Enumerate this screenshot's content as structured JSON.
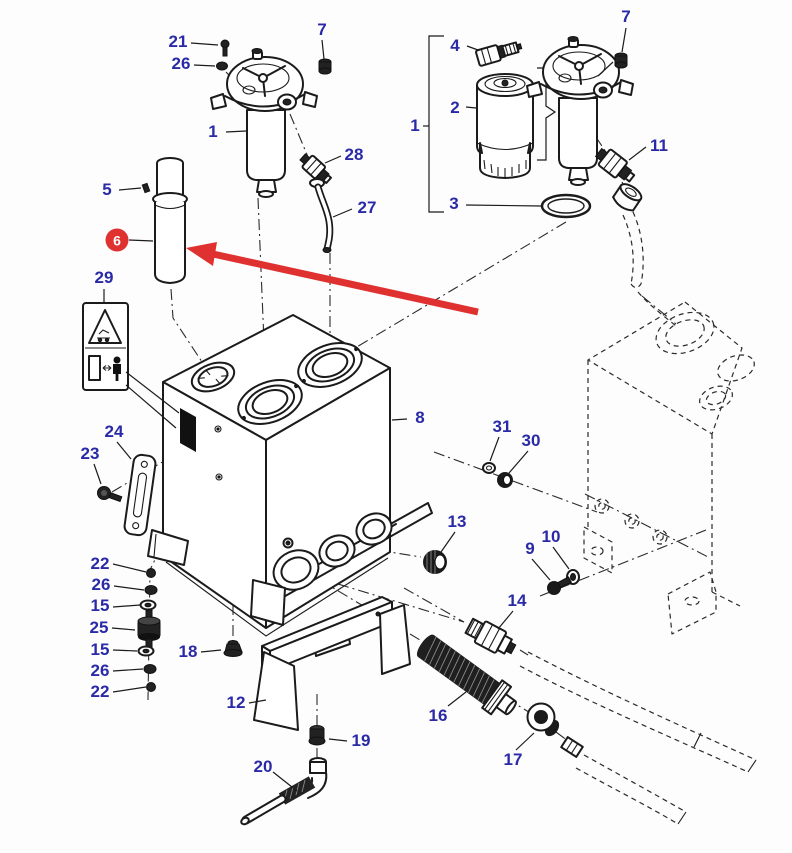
{
  "colors": {
    "callout_blue": "#2A2AA6",
    "highlight_red": "#E03131",
    "ink": "#1B1B1B",
    "paper": "#FDFDFD"
  },
  "icons": {
    "warning_decal": [
      "tip-hazard-warning-icon",
      "keep-distance-icon"
    ],
    "highlight_marker": "red-arrow-icon"
  },
  "callouts": [
    {
      "id": "21",
      "label": "21",
      "highlight": false
    },
    {
      "id": "26-a",
      "label": "26",
      "highlight": false
    },
    {
      "id": "7-a",
      "label": "7",
      "highlight": false
    },
    {
      "id": "1-a",
      "label": "1",
      "highlight": false
    },
    {
      "id": "28",
      "label": "28",
      "highlight": false
    },
    {
      "id": "27",
      "label": "27",
      "highlight": false
    },
    {
      "id": "5",
      "label": "5",
      "highlight": false
    },
    {
      "id": "6",
      "label": "6",
      "highlight": true
    },
    {
      "id": "29",
      "label": "29",
      "highlight": false
    },
    {
      "id": "4",
      "label": "4",
      "highlight": false
    },
    {
      "id": "2",
      "label": "2",
      "highlight": false
    },
    {
      "id": "1-b",
      "label": "1",
      "highlight": false
    },
    {
      "id": "3",
      "label": "3",
      "highlight": false
    },
    {
      "id": "7-b",
      "label": "7",
      "highlight": false
    },
    {
      "id": "11",
      "label": "11",
      "highlight": false
    },
    {
      "id": "8",
      "label": "8",
      "highlight": false
    },
    {
      "id": "31",
      "label": "31",
      "highlight": false
    },
    {
      "id": "30",
      "label": "30",
      "highlight": false
    },
    {
      "id": "23",
      "label": "23",
      "highlight": false
    },
    {
      "id": "24",
      "label": "24",
      "highlight": false
    },
    {
      "id": "13",
      "label": "13",
      "highlight": false
    },
    {
      "id": "9",
      "label": "9",
      "highlight": false
    },
    {
      "id": "10",
      "label": "10",
      "highlight": false
    },
    {
      "id": "22-a",
      "label": "22",
      "highlight": false
    },
    {
      "id": "26-b",
      "label": "26",
      "highlight": false
    },
    {
      "id": "15-a",
      "label": "15",
      "highlight": false
    },
    {
      "id": "25",
      "label": "25",
      "highlight": false
    },
    {
      "id": "15-b",
      "label": "15",
      "highlight": false
    },
    {
      "id": "26-c",
      "label": "26",
      "highlight": false
    },
    {
      "id": "22-b",
      "label": "22",
      "highlight": false
    },
    {
      "id": "18",
      "label": "18",
      "highlight": false
    },
    {
      "id": "12",
      "label": "12",
      "highlight": false
    },
    {
      "id": "19",
      "label": "19",
      "highlight": false
    },
    {
      "id": "20",
      "label": "20",
      "highlight": false
    },
    {
      "id": "14",
      "label": "14",
      "highlight": false
    },
    {
      "id": "16",
      "label": "16",
      "highlight": false
    },
    {
      "id": "17",
      "label": "17",
      "highlight": false
    }
  ]
}
